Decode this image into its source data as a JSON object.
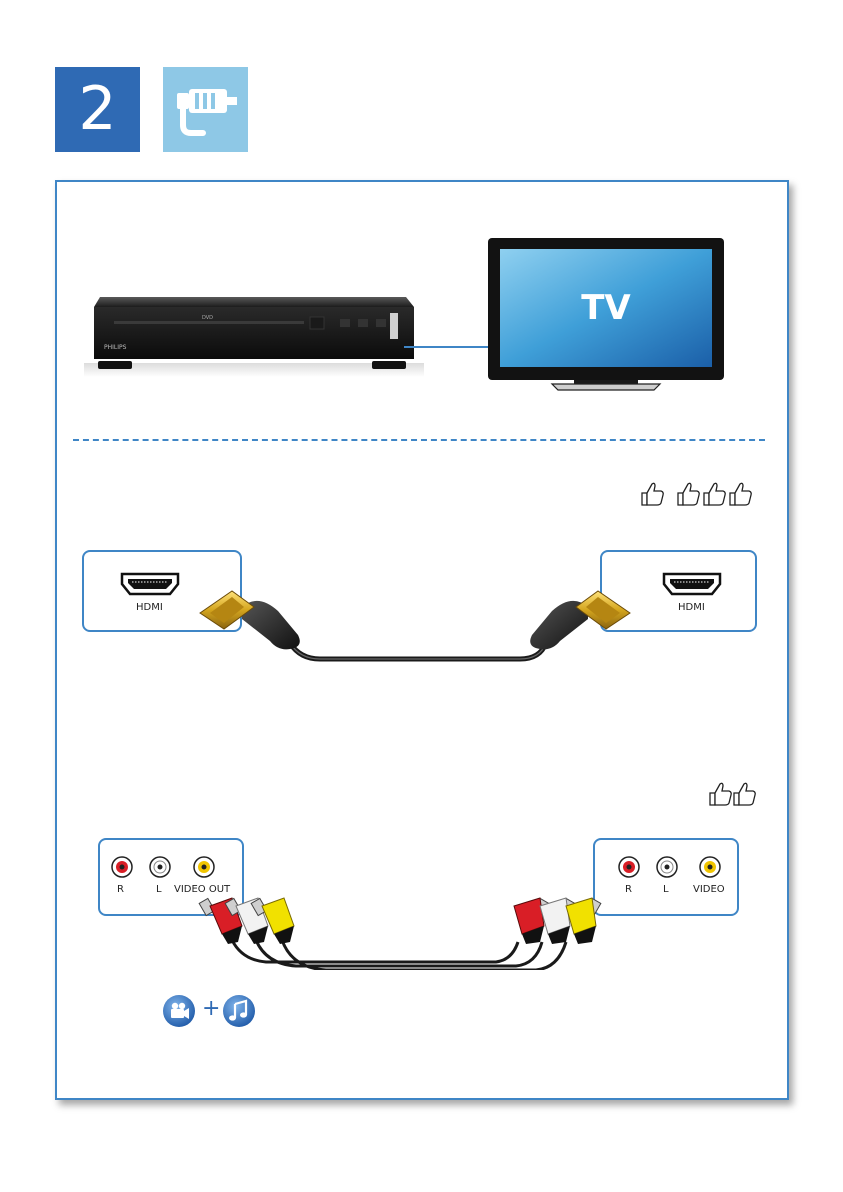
{
  "step": {
    "number": "2"
  },
  "tv": {
    "label": "TV"
  },
  "player": {
    "brand": "PHILIPS"
  },
  "hdmi": {
    "player_port_label": "HDMI",
    "tv_port_label": "HDMI",
    "rating": 4
  },
  "composite": {
    "player_labels": {
      "r": "R",
      "l": "L",
      "video": "VIDEO OUT"
    },
    "tv_labels": {
      "r": "R",
      "l": "L",
      "video": "VIDEO"
    },
    "rating": 2,
    "signal": {
      "plus": "+"
    }
  },
  "icons": {
    "step_icon": "av-cable-icon",
    "rating_icon": "thumbs-up-icon",
    "video_icon": "video-camera-icon",
    "audio_icon": "music-note-icon"
  },
  "colors": {
    "accent_blue": "#3f86c6",
    "badge_dark_blue": "#2f6ab4",
    "badge_light_blue": "#8ec8e6",
    "jack_red": "#d91e26",
    "jack_white": "#ffffff",
    "jack_yellow": "#f1c500"
  }
}
